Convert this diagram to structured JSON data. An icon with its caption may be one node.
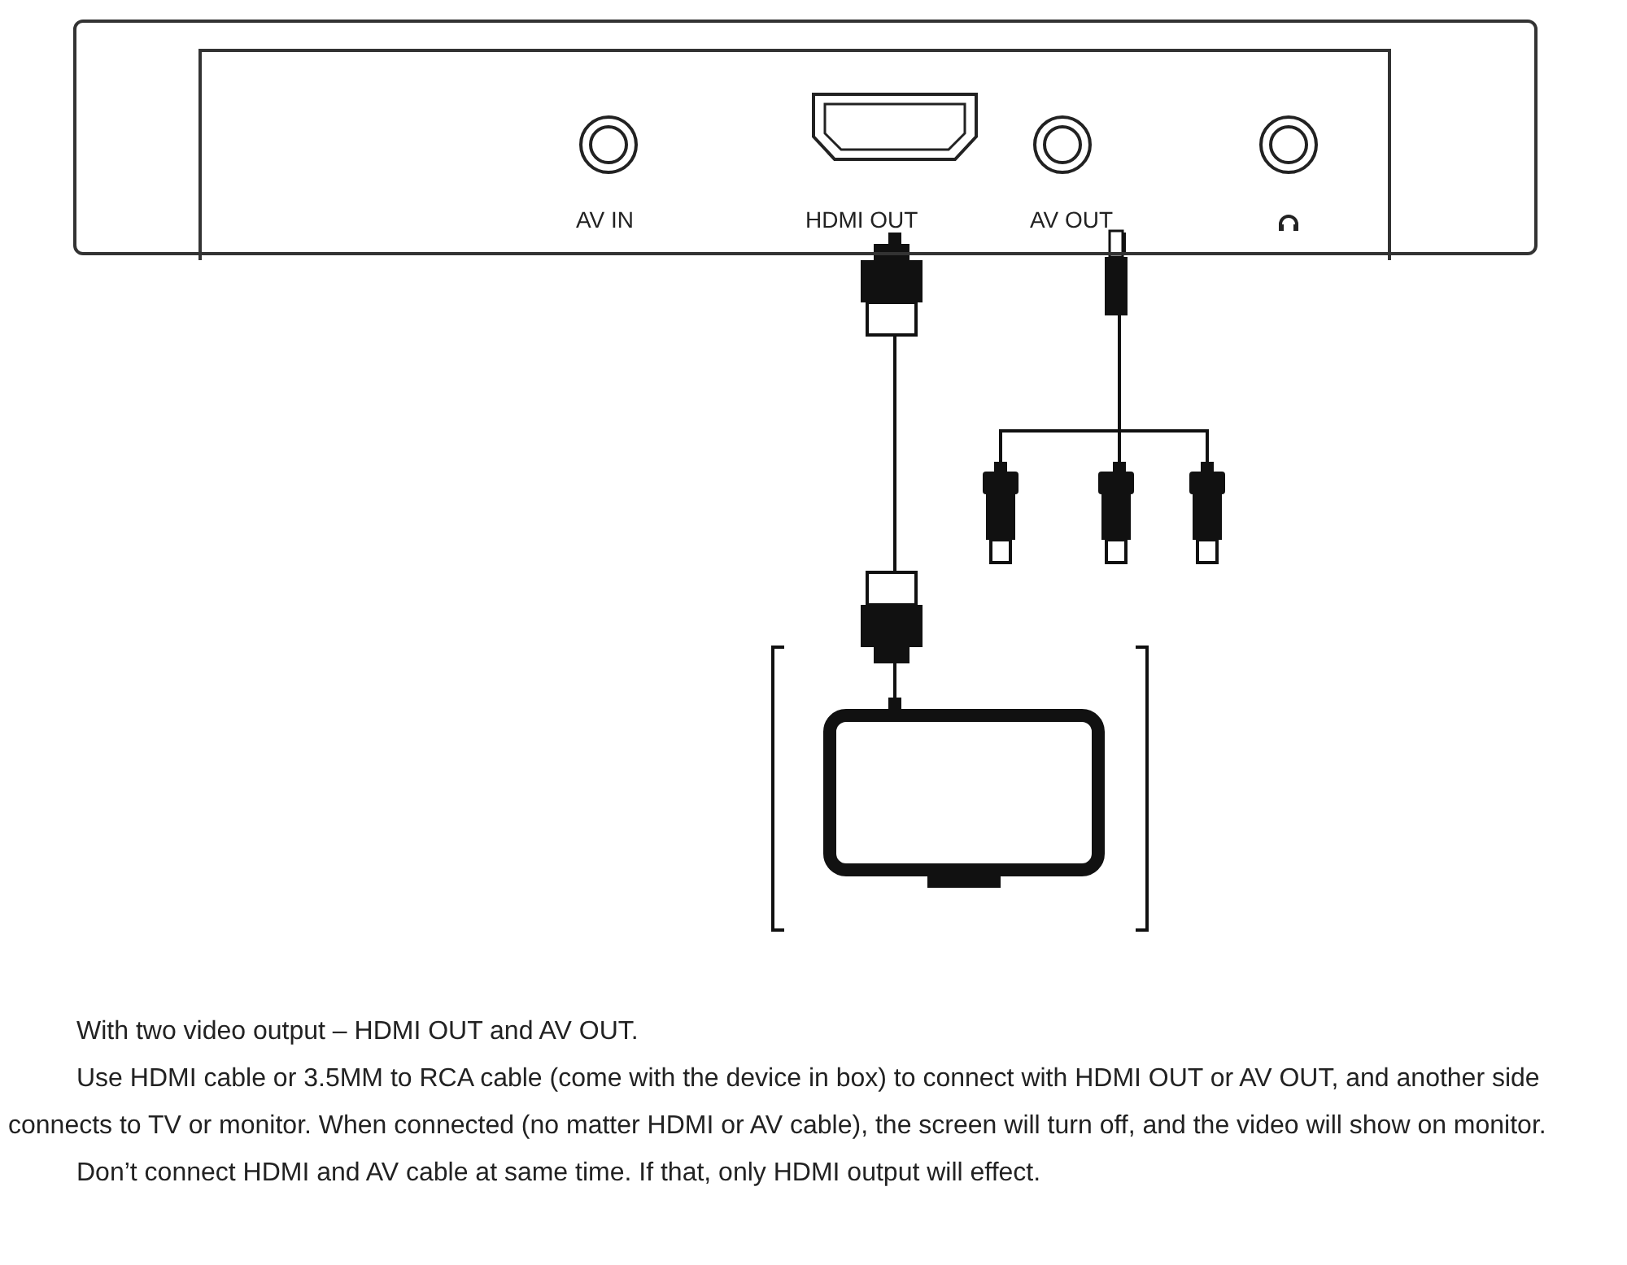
{
  "diagram": {
    "nodes": [
      {
        "text": [],
        "shape": "box"
      },
      {
        "text": [
          "AV IN"
        ],
        "in": 0
      },
      {
        "text": [
          "HDMI OUT"
        ],
        "in": 0
      },
      {
        "text": [
          "AV OUT"
        ],
        "in": 0
      },
      {
        "text": [],
        "shape": "circle",
        "in": 0
      },
      {
        "text": [],
        "shape": "monitor"
      },
      {
        "text": [],
        "shape": "plug"
      },
      {
        "text": [],
        "shape": "plug"
      },
      {
        "text": [],
        "shape": "plug"
      }
    ],
    "edges": [
      {
        "from": 2,
        "to": 5,
        "arrow": "other"
      },
      {
        "from": 3,
        "to": 6,
        "arrow": "other"
      },
      {
        "from": 3,
        "to": 7,
        "arrow": "other"
      },
      {
        "from": 3,
        "to": 8,
        "arrow": "other"
      }
    ],
    "labels": [
      "With two video output – HDMI OUT and AV OUT.",
      "Use HDMI cable or 3.5MM to RCA cable (come with the device in box) to connect with HDMI OUT or AV OUT, and another side connects to TV or monitor. When connected (no matter HDMI or AV cable), the screen will turn off, and the video will show on monitor.",
      "Don’t connect HDMI and AV cable at same time. If that, only HDMI output will effect."
    ]
  }
}
